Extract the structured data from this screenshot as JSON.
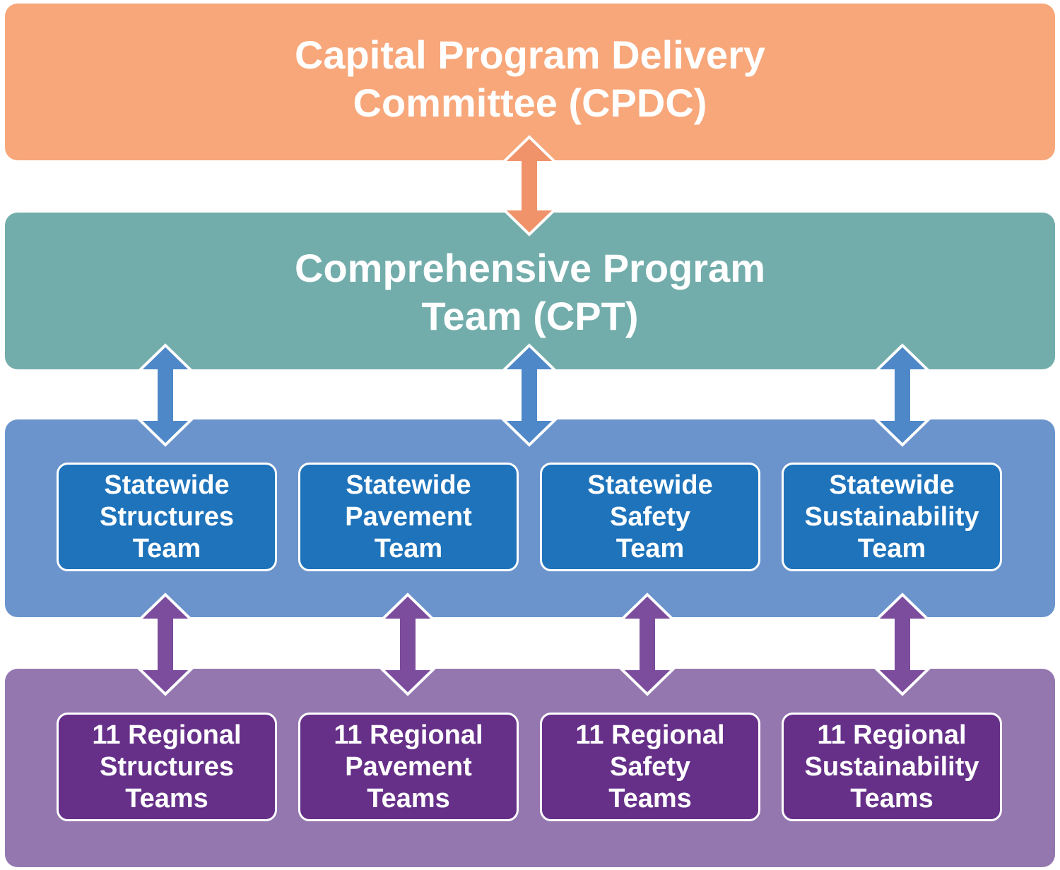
{
  "cpdc": {
    "line1": "Capital Program Delivery",
    "line2": "Committee (CPDC)"
  },
  "cpt": {
    "line1": "Comprehensive Program",
    "line2": "Team (CPT)"
  },
  "statewide_teams": [
    {
      "line1": "Statewide",
      "line2": "Structures",
      "line3": "Team"
    },
    {
      "line1": "Statewide",
      "line2": "Pavement",
      "line3": "Team"
    },
    {
      "line1": "Statewide",
      "line2": "Safety",
      "line3": "Team"
    },
    {
      "line1": "Statewide",
      "line2": "Sustainability",
      "line3": "Team"
    }
  ],
  "regional_teams": [
    {
      "line1": "11 Regional",
      "line2": "Structures",
      "line3": "Teams"
    },
    {
      "line1": "11 Regional",
      "line2": "Pavement",
      "line3": "Teams"
    },
    {
      "line1": "11 Regional",
      "line2": "Safety",
      "line3": "Teams"
    },
    {
      "line1": "11 Regional",
      "line2": "Sustainability",
      "line3": "Teams"
    }
  ],
  "colors": {
    "cpdc": "#f7a77a",
    "cpt": "#72adab",
    "statewide_band": "#6b94cc",
    "statewide_box": "#1e73bb",
    "regional_band": "#9577b0",
    "regional_box": "#663089",
    "arrow_orange": "#f0936b",
    "arrow_blue": "#4f88c8",
    "arrow_purple": "#7b4d9c"
  }
}
